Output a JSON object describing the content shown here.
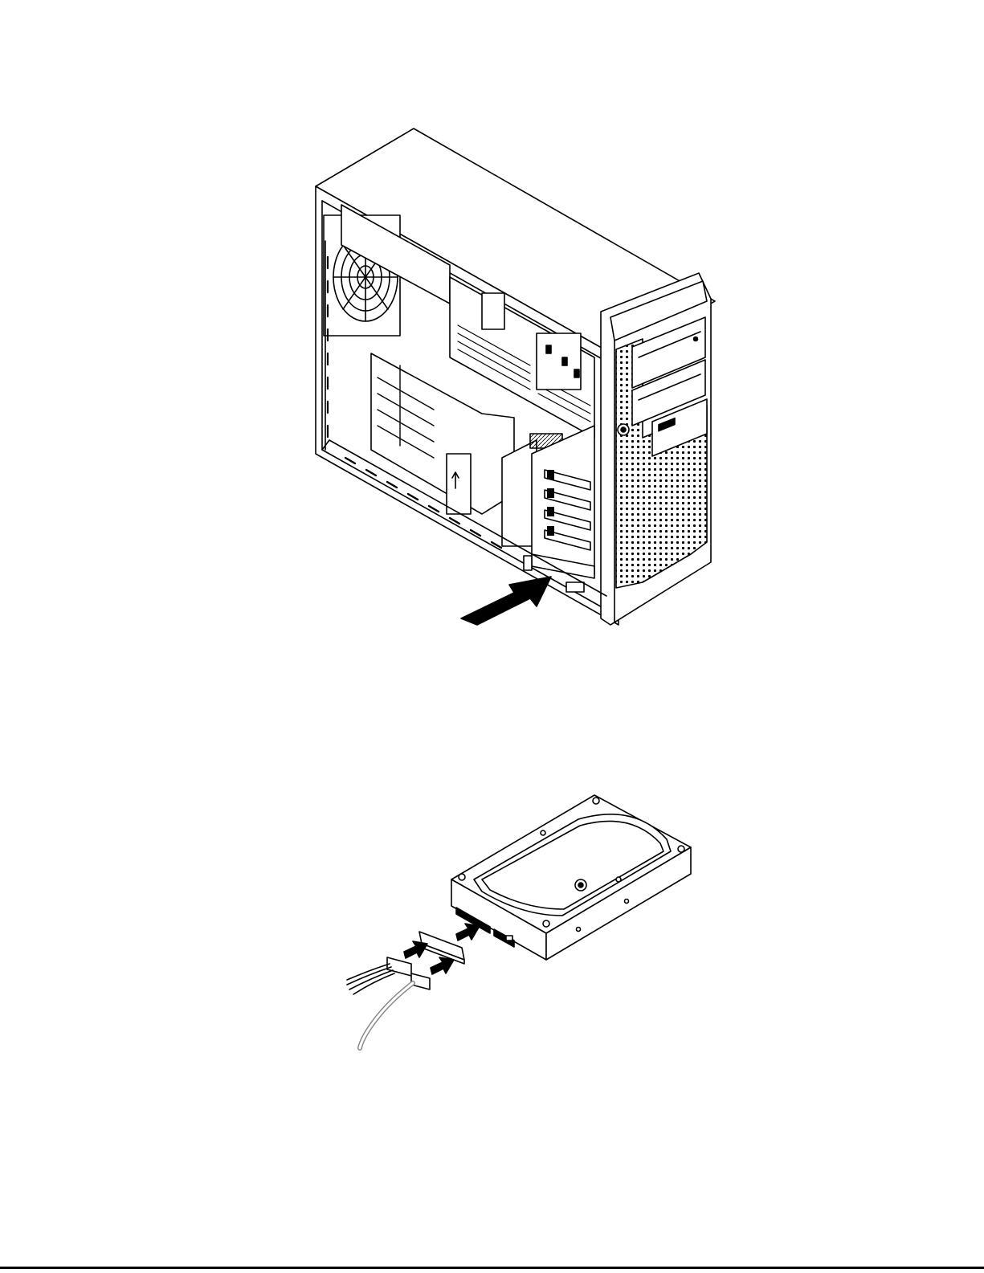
{
  "page": {
    "background_color": "#ffffff",
    "line_color": "#000000",
    "figures": [
      {
        "id": "figure-1",
        "depicts": "computer-tower-with-side-cover-removed",
        "callout": "arrow-pointing-to-hard-disk-drive-bay"
      },
      {
        "id": "figure-2",
        "depicts": "hard-disk-drive",
        "callout": "arrows-showing-power-and-signal-cable-connection"
      }
    ]
  }
}
